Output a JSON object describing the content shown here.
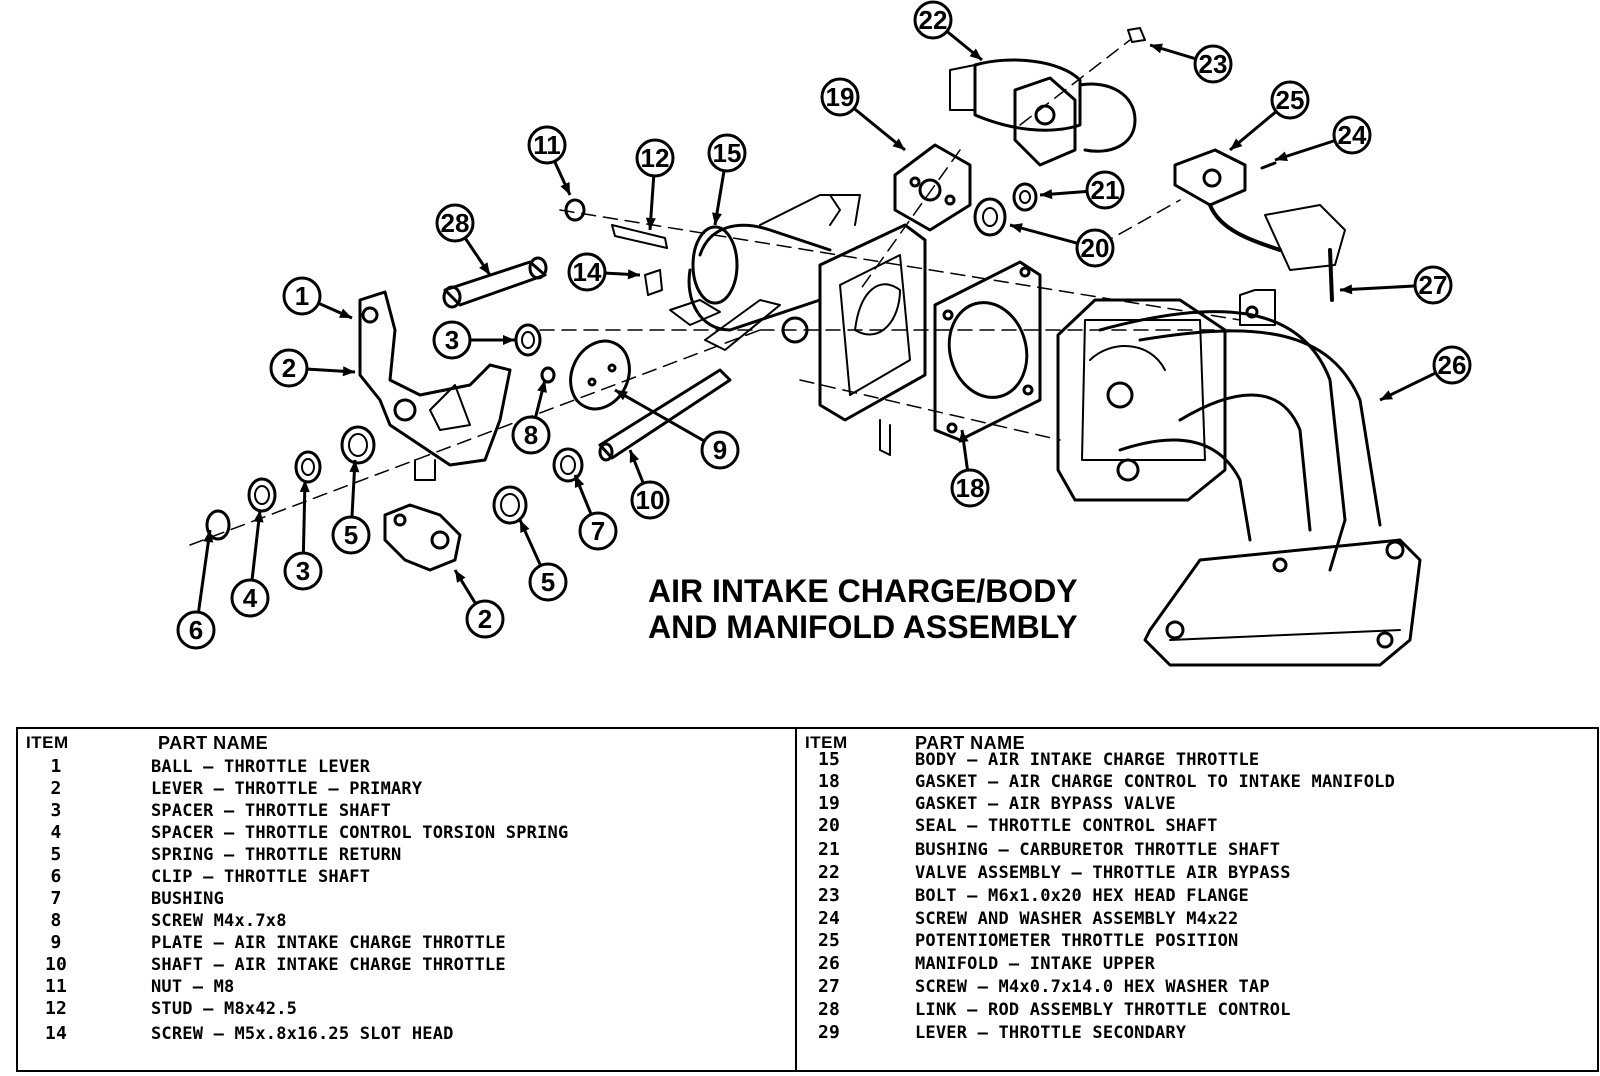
{
  "title": {
    "line1": "AIR INTAKE CHARGE/BODY",
    "line2": "AND MANIFOLD ASSEMBLY"
  },
  "callouts": [
    "22",
    "23",
    "19",
    "25",
    "24",
    "11",
    "12",
    "15",
    "21",
    "28",
    "20",
    "14",
    "27",
    "1",
    "3",
    "26",
    "2",
    "8",
    "9",
    "10",
    "18",
    "5",
    "7",
    "6",
    "4"
  ],
  "legend": {
    "header_item": "ITEM",
    "header_name": "PART NAME",
    "left": [
      {
        "item": "1",
        "name": "BALL – THROTTLE LEVER"
      },
      {
        "item": "2",
        "name": "LEVER – THROTTLE – PRIMARY"
      },
      {
        "item": "3",
        "name": "SPACER – THROTTLE SHAFT"
      },
      {
        "item": "4",
        "name": "SPACER – THROTTLE CONTROL TORSION SPRING"
      },
      {
        "item": "5",
        "name": "SPRING – THROTTLE RETURN"
      },
      {
        "item": "6",
        "name": "CLIP – THROTTLE SHAFT"
      },
      {
        "item": "7",
        "name": "BUSHING"
      },
      {
        "item": "8",
        "name": "SCREW M4x.7x8"
      },
      {
        "item": "9",
        "name": "PLATE – AIR INTAKE CHARGE THROTTLE"
      },
      {
        "item": "10",
        "name": "SHAFT – AIR INTAKE CHARGE THROTTLE"
      },
      {
        "item": "11",
        "name": "NUT – M8"
      },
      {
        "item": "12",
        "name": "STUD – M8x42.5"
      },
      {
        "item": "14",
        "name": "SCREW – M5x.8x16.25 SLOT HEAD"
      }
    ],
    "right": [
      {
        "item": "15",
        "name": "BODY – AIR INTAKE CHARGE THROTTLE"
      },
      {
        "item": "18",
        "name": "GASKET – AIR CHARGE CONTROL TO INTAKE MANIFOLD"
      },
      {
        "item": "19",
        "name": "GASKET – AIR BYPASS VALVE"
      },
      {
        "item": "20",
        "name": "SEAL – THROTTLE CONTROL SHAFT"
      },
      {
        "item": "21",
        "name": "BUSHING – CARBURETOR THROTTLE SHAFT"
      },
      {
        "item": "22",
        "name": "VALVE ASSEMBLY – THROTTLE AIR BYPASS"
      },
      {
        "item": "23",
        "name": "BOLT – M6x1.0x20 HEX HEAD FLANGE"
      },
      {
        "item": "24",
        "name": "SCREW AND WASHER ASSEMBLY M4x22"
      },
      {
        "item": "25",
        "name": "POTENTIOMETER THROTTLE POSITION"
      },
      {
        "item": "26",
        "name": "MANIFOLD – INTAKE UPPER"
      },
      {
        "item": "27",
        "name": "SCREW – M4x0.7x14.0 HEX WASHER TAP"
      },
      {
        "item": "28",
        "name": "LINK – ROD ASSEMBLY THROTTLE CONTROL"
      },
      {
        "item": "29",
        "name": "LEVER – THROTTLE SECONDARY"
      }
    ]
  }
}
